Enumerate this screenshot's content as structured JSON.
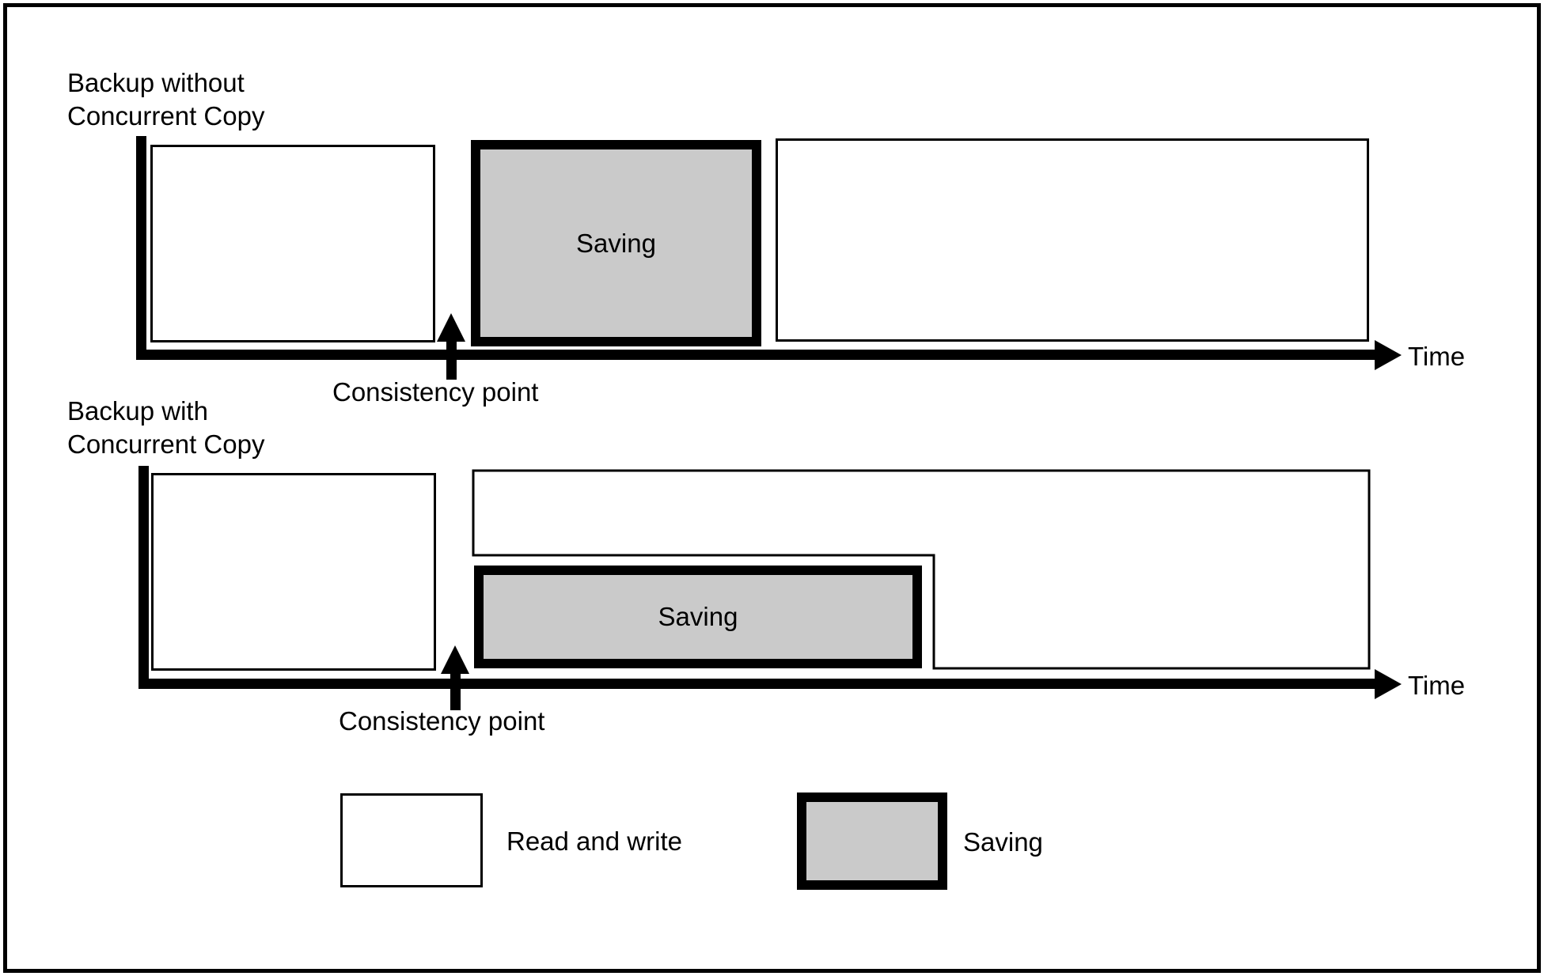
{
  "section1": {
    "title_line1": "Backup without",
    "title_line2": "Concurrent Copy",
    "saving_label": "Saving",
    "consistency_label": "Consistency point",
    "time_label": "Time"
  },
  "section2": {
    "title_line1": "Backup with",
    "title_line2": "Concurrent Copy",
    "saving_label": "Saving",
    "consistency_label": "Consistency point",
    "time_label": "Time"
  },
  "legend": {
    "read_write_label": "Read and write",
    "saving_label": "Saving"
  },
  "colors": {
    "line": "#000000",
    "saving_fill": "#cacaca",
    "background": "#ffffff"
  }
}
